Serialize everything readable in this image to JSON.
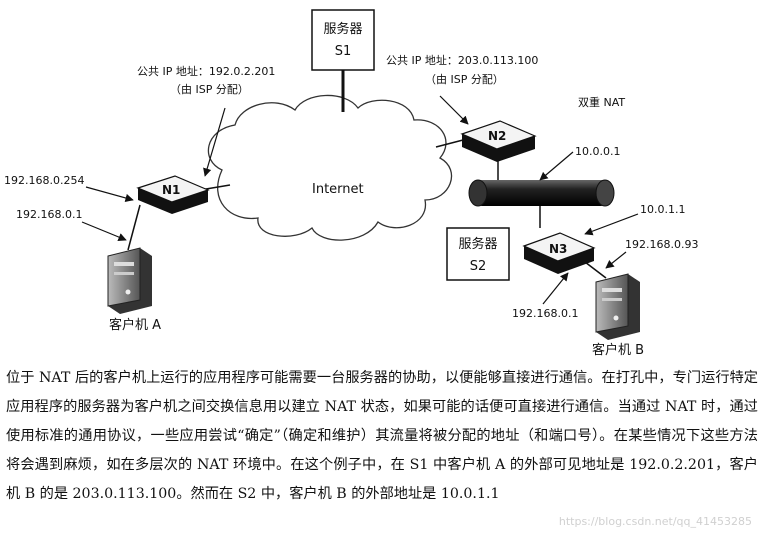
{
  "diagram": {
    "server_s1": {
      "line1": "服务器",
      "line2": "S1"
    },
    "server_s2": {
      "line1": "服务器",
      "line2": "S2"
    },
    "n1_public_label": "公共 IP 地址：192.0.2.201",
    "n1_isp_note": "（由 ISP 分配）",
    "n2_public_label": "公共 IP 地址：203.0.113.100",
    "n2_isp_note": "（由 ISP 分配）",
    "double_nat": "双重 NAT",
    "internet": "Internet",
    "router_n1": "N1",
    "router_n2": "N2",
    "router_n3": "N3",
    "n1_inside_addr": "192.168.0.254",
    "client_a_addr": "192.168.0.1",
    "n2_inside_addr": "10.0.0.1",
    "n3_outside_addr": "10.0.1.1",
    "n3_inside_addr": "192.168.0.93",
    "client_b_addr": "192.168.0.1",
    "client_a_label": "客户机 A",
    "client_b_label": "客户机 B"
  },
  "caption": "位于 NAT 后的客户机上运行的应用程序可能需要一台服务器的协助，以便能够直接进行通信。在打孔中，专门运行特定应用程序的服务器为客户机之间交换信息用以建立 NAT 状态，如果可能的话便可直接进行通信。当通过 NAT 时，通过使用标准的通用协议，一些应用尝试“确定”（确定和维护）其流量将被分配的地址（和端口号）。在某些情况下这些方法将会遇到麻烦，如在多层次的 NAT 环境中。在这个例子中，在 S1 中客户机 A 的外部可见地址是 192.0.2.201，客户机 B 的是 203.0.113.100。然而在 S2 中，客户机 B 的外部地址是 10.0.1.1",
  "watermark": "https://blog.csdn.net/qq_41453285"
}
